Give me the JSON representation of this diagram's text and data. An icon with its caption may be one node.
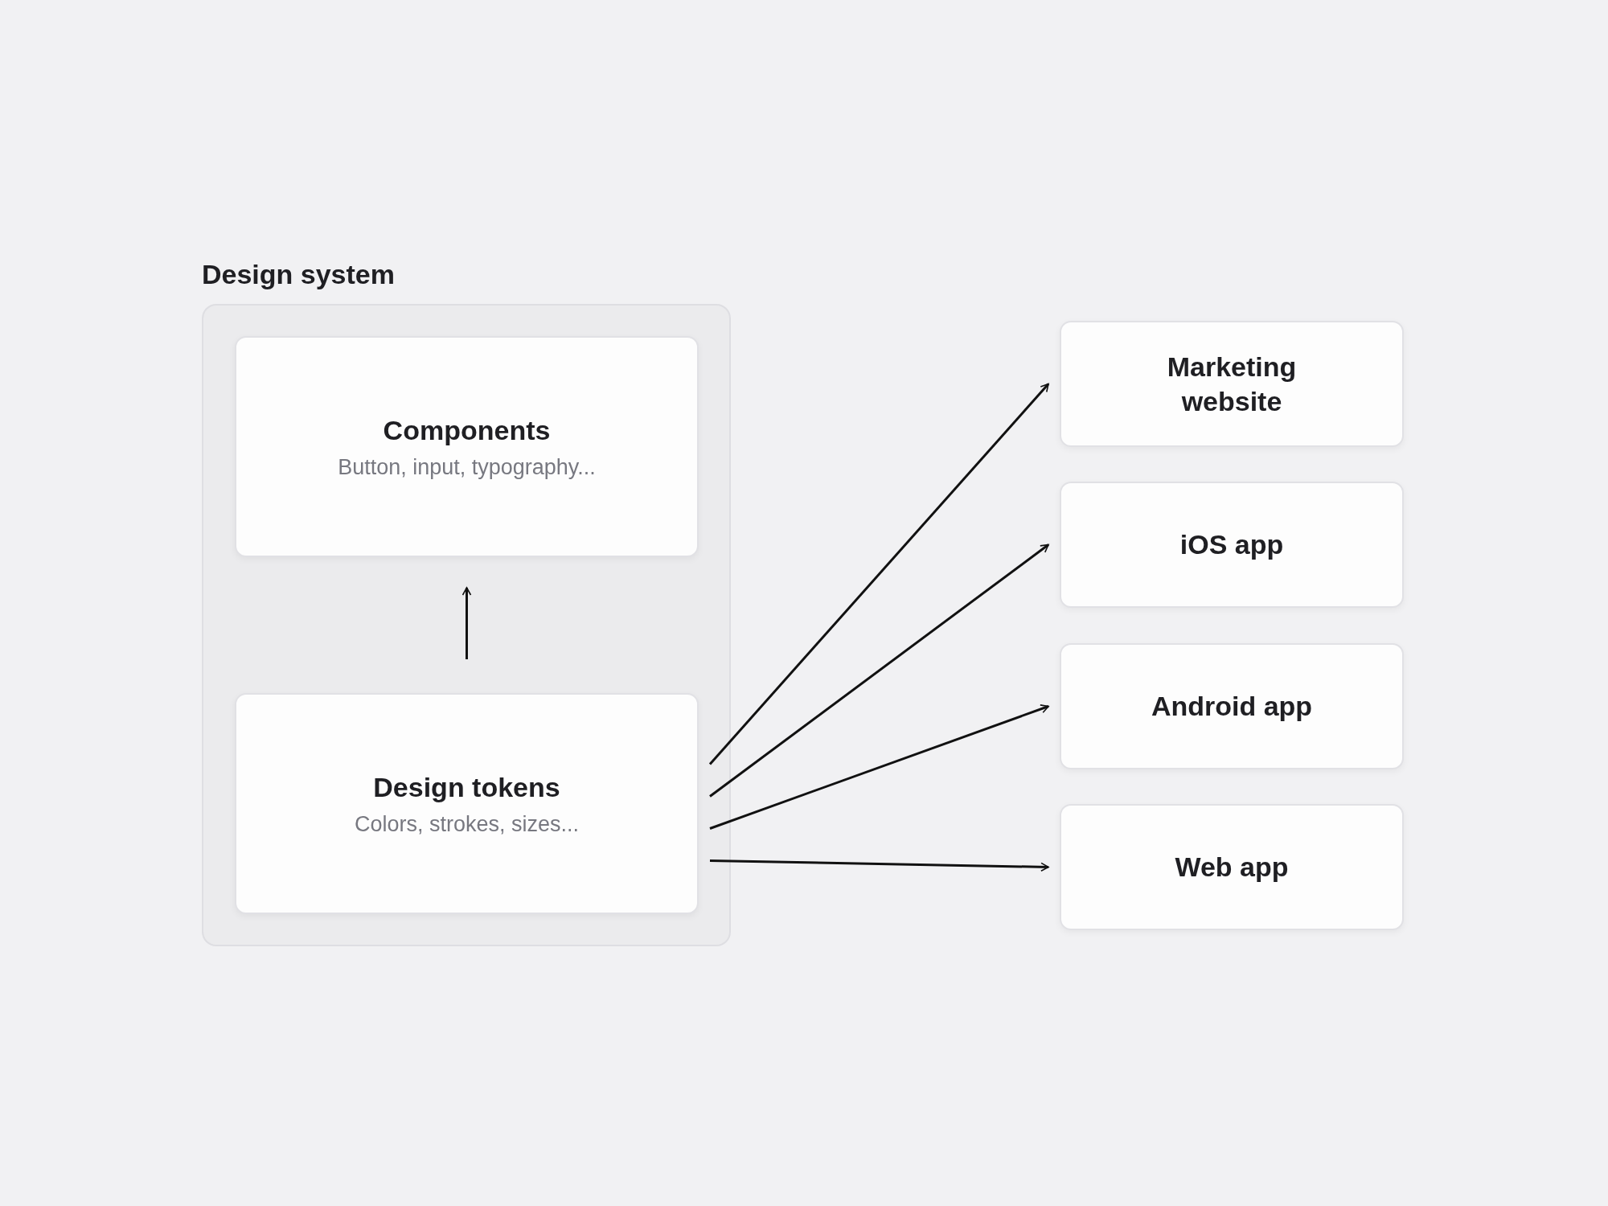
{
  "diagram": {
    "nodes": [
      {
        "text": [
          "Design system"
        ]
      },
      {
        "text": [
          "Components",
          "Button, input, typography..."
        ],
        "in": 0
      },
      {
        "text": [
          "Design tokens",
          "Colors, strokes, sizes..."
        ],
        "in": 0
      },
      {
        "text": [
          "Marketing website"
        ]
      },
      {
        "text": [
          "iOS app"
        ]
      },
      {
        "text": [
          "Android app"
        ]
      },
      {
        "text": [
          "Web app"
        ]
      }
    ],
    "edges": [
      {
        "from": 2,
        "to": 1,
        "arrow": "to"
      },
      {
        "from": 2,
        "to": 3,
        "arrow": "to"
      },
      {
        "from": 2,
        "to": 4,
        "arrow": "to"
      },
      {
        "from": 2,
        "to": 5,
        "arrow": "to"
      },
      {
        "from": 2,
        "to": 6,
        "arrow": "to"
      }
    ]
  }
}
